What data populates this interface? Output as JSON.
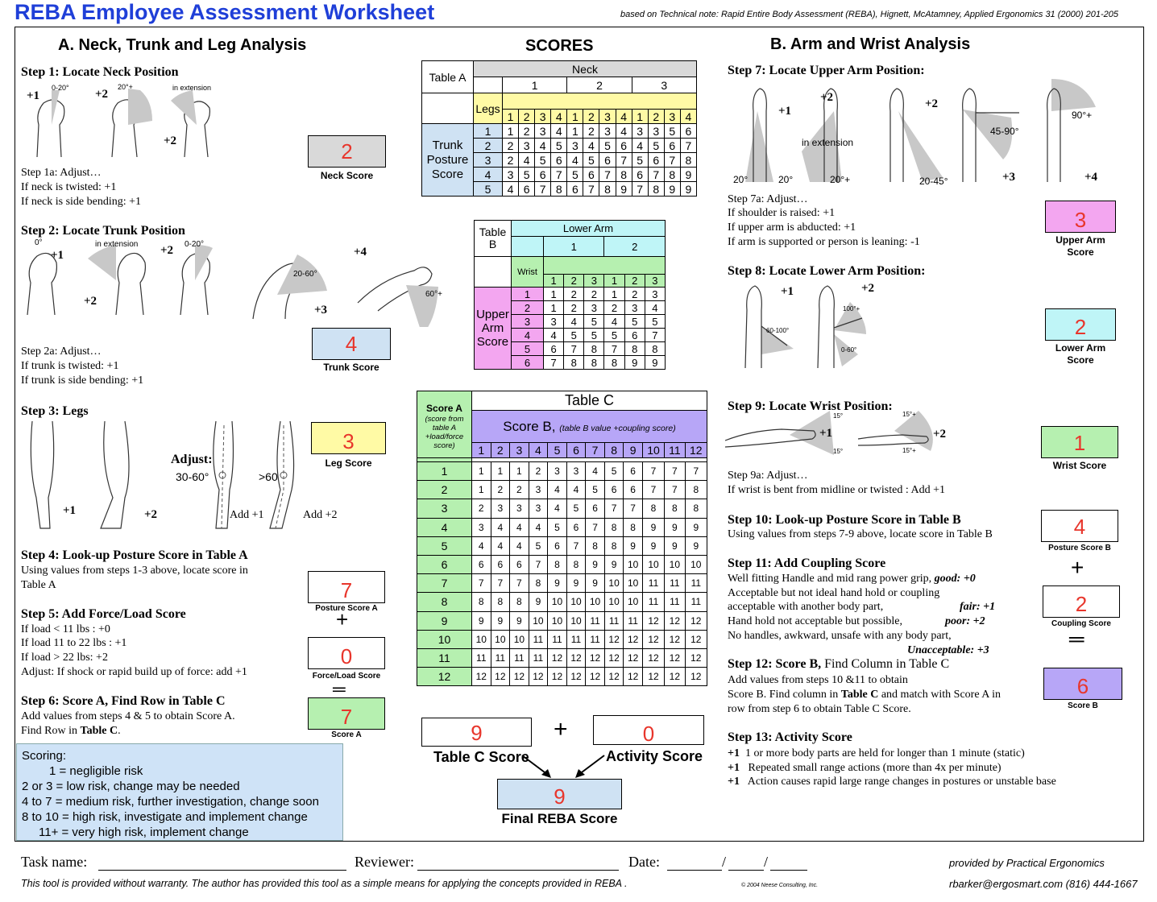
{
  "header": {
    "title": "REBA Employee Assessment Worksheet",
    "based_on": "based on Technical note: Rapid Entire Body Assessment (REBA), Hignett, McAtamney, Applied Ergonomics 31 (2000) 201-205"
  },
  "sectionA": {
    "heading": "A. Neck, Trunk and Leg Analysis",
    "step1": {
      "title": "Step 1: Locate Neck Position",
      "fig_labels": [
        "0-20°",
        "20°+",
        "in extension"
      ],
      "scores": [
        "+1",
        "+2",
        "+2"
      ],
      "adjust": [
        "Step 1a: Adjust…",
        "If neck is twisted:  +1",
        "If neck is side bending:  +1"
      ]
    },
    "step2": {
      "title": "Step 2:  Locate Trunk Position",
      "fig_labels": [
        "0°",
        "in extension",
        "0-20°",
        "20-60°",
        "60°+"
      ],
      "scores": [
        "+1",
        "+2",
        "+2",
        "+3",
        "+4"
      ],
      "adjust": [
        "Step 2a:  Adjust…",
        "If trunk is twisted: +1",
        "If trunk is side bending:  +1"
      ]
    },
    "step3": {
      "title": "Step 3:  Legs",
      "scores": [
        "+1",
        "+2"
      ],
      "adjust_label": "Adjust:",
      "angle1": "30-60°",
      "angle2": ">60",
      "add1": "Add +1",
      "add2": "Add +2"
    },
    "step4": {
      "title": "Step 4: Look-up Posture Score in Table A",
      "lines": [
        "Using values from steps 1-3  above, locate score in",
        "Table A"
      ]
    },
    "step5": {
      "title": "Step 5:  Add Force/Load Score",
      "lines": [
        "If load < 11 lbs : +0",
        "If load 11 to 22 lbs : +1",
        "If load > 22 lbs: +2",
        "Adjust:  If shock or rapid build up of force:   add +1"
      ]
    },
    "step6": {
      "title": "Step 6:  Score A, Find Row in Table C",
      "line1": "Add values from steps 4 & 5 to obtain Score A.",
      "line2_pre": "Find Row in ",
      "line2_bold": "Table C",
      "line2_post": "."
    },
    "boxes": {
      "neck": {
        "value": "2",
        "label": "Neck Score",
        "color": "#d9d9d9"
      },
      "trunk": {
        "value": "4",
        "label": "Trunk Score",
        "color": "#cfe2f3"
      },
      "leg": {
        "value": "3",
        "label": "Leg Score",
        "color": "#fffaa5"
      },
      "posture_a": {
        "value": "7",
        "label": "Posture Score A"
      },
      "force": {
        "value": "0",
        "label": "Force/Load Score"
      },
      "score_a": {
        "value": "7",
        "label": "Score A",
        "color": "#b6f0b0"
      }
    },
    "plus": "+",
    "equals": "═"
  },
  "scoring": {
    "title": "Scoring:",
    "lines": [
      "1  = negligible risk",
      "2 or 3  = low risk, change may be needed",
      "4 to 7  = medium risk, further investigation, change soon",
      "8 to 10 = high risk, investigate and implement change",
      "11+ = very high risk, implement change"
    ]
  },
  "scores_heading": "SCORES",
  "tableA": {
    "label": "Table A",
    "neck_label": "Neck",
    "neck_cols": [
      "1",
      "2",
      "3"
    ],
    "legs_label": "Legs",
    "legs_cols": [
      "1",
      "2",
      "3",
      "4",
      "1",
      "2",
      "3",
      "4",
      "1",
      "2",
      "3",
      "4"
    ],
    "row_label": [
      "Trunk",
      "Posture",
      "Score"
    ],
    "rows": [
      [
        "1",
        "1",
        "2",
        "3",
        "4",
        "1",
        "2",
        "3",
        "4",
        "3",
        "3",
        "5",
        "6"
      ],
      [
        "2",
        "2",
        "3",
        "4",
        "5",
        "3",
        "4",
        "5",
        "6",
        "4",
        "5",
        "6",
        "7"
      ],
      [
        "3",
        "2",
        "4",
        "5",
        "6",
        "4",
        "5",
        "6",
        "7",
        "5",
        "6",
        "7",
        "8"
      ],
      [
        "4",
        "3",
        "5",
        "6",
        "7",
        "5",
        "6",
        "7",
        "8",
        "6",
        "7",
        "8",
        "9"
      ],
      [
        "5",
        "4",
        "6",
        "7",
        "8",
        "6",
        "7",
        "8",
        "9",
        "7",
        "8",
        "9",
        "9"
      ]
    ]
  },
  "tableB": {
    "label": [
      "Table",
      "B"
    ],
    "lower_arm_label": "Lower Arm",
    "lower_arm_cols": [
      "1",
      "2"
    ],
    "wrist_label": "Wrist",
    "wrist_cols": [
      "1",
      "2",
      "3",
      "1",
      "2",
      "3"
    ],
    "row_label": [
      "Upper",
      "Arm",
      "Score"
    ],
    "rows": [
      [
        "1",
        "1",
        "2",
        "2",
        "1",
        "2",
        "3"
      ],
      [
        "2",
        "1",
        "2",
        "3",
        "2",
        "3",
        "4"
      ],
      [
        "3",
        "3",
        "4",
        "5",
        "4",
        "5",
        "5"
      ],
      [
        "4",
        "4",
        "5",
        "5",
        "5",
        "6",
        "7"
      ],
      [
        "5",
        "6",
        "7",
        "8",
        "7",
        "8",
        "8"
      ],
      [
        "6",
        "7",
        "8",
        "8",
        "8",
        "9",
        "9"
      ]
    ]
  },
  "tableC": {
    "title": "Table C",
    "score_a_label": "Score A",
    "score_a_note": "(score from table A +load/force score)",
    "score_b_label": "Score B,",
    "score_b_note": "(table B value +coupling score)",
    "cols": [
      "1",
      "2",
      "3",
      "4",
      "5",
      "6",
      "7",
      "8",
      "9",
      "10",
      "11",
      "12"
    ],
    "rows": [
      [
        "1",
        "1",
        "1",
        "1",
        "2",
        "3",
        "3",
        "4",
        "5",
        "6",
        "7",
        "7",
        "7"
      ],
      [
        "2",
        "1",
        "2",
        "2",
        "3",
        "4",
        "4",
        "5",
        "6",
        "6",
        "7",
        "7",
        "8"
      ],
      [
        "3",
        "2",
        "3",
        "3",
        "3",
        "4",
        "5",
        "6",
        "7",
        "7",
        "8",
        "8",
        "8"
      ],
      [
        "4",
        "3",
        "4",
        "4",
        "4",
        "5",
        "6",
        "7",
        "8",
        "8",
        "9",
        "9",
        "9"
      ],
      [
        "5",
        "4",
        "4",
        "4",
        "5",
        "6",
        "7",
        "8",
        "8",
        "9",
        "9",
        "9",
        "9"
      ],
      [
        "6",
        "6",
        "6",
        "6",
        "7",
        "8",
        "8",
        "9",
        "9",
        "10",
        "10",
        "10",
        "10"
      ],
      [
        "7",
        "7",
        "7",
        "7",
        "8",
        "9",
        "9",
        "9",
        "10",
        "10",
        "11",
        "11",
        "11"
      ],
      [
        "8",
        "8",
        "8",
        "8",
        "9",
        "10",
        "10",
        "10",
        "10",
        "10",
        "11",
        "11",
        "11"
      ],
      [
        "9",
        "9",
        "9",
        "9",
        "10",
        "10",
        "10",
        "11",
        "11",
        "11",
        "12",
        "12",
        "12"
      ],
      [
        "10",
        "10",
        "10",
        "10",
        "11",
        "11",
        "11",
        "11",
        "12",
        "12",
        "12",
        "12",
        "12"
      ],
      [
        "11",
        "11",
        "11",
        "11",
        "11",
        "12",
        "12",
        "12",
        "12",
        "12",
        "12",
        "12",
        "12"
      ],
      [
        "12",
        "12",
        "12",
        "12",
        "12",
        "12",
        "12",
        "12",
        "12",
        "12",
        "12",
        "12",
        "12"
      ]
    ]
  },
  "final": {
    "table_c_score": {
      "value": "9",
      "label": "Table C Score"
    },
    "activity_score": {
      "value": "0",
      "label": "Activity Score"
    },
    "final_score": {
      "value": "9",
      "label": "Final  REBA Score",
      "color": "#cfe2f3"
    },
    "plus": "+"
  },
  "sectionB": {
    "heading": "B.  Arm and Wrist Analysis",
    "step7": {
      "title": "Step 7: Locate Upper Arm Position:",
      "fig_labels": [
        "20°",
        "20°",
        "in extension",
        "20°+",
        "20-45°",
        "45-90°",
        "90°+"
      ],
      "scores": [
        "+1",
        "+2",
        "+2",
        "+3",
        "+4"
      ],
      "adjust": [
        "Step 7a: Adjust…",
        "If shoulder is raised:  +1",
        "If upper arm is abducted:  +1",
        "If arm is supported or person is leaning: -1"
      ]
    },
    "step8": {
      "title": "Step 8:  Locate Lower Arm Position:",
      "fig_labels": [
        "60-100°",
        "100°+",
        "0-60°"
      ],
      "scores": [
        "+1",
        "+2"
      ]
    },
    "step9": {
      "title": "Step 9:  Locate Wrist Position:",
      "fig_labels": [
        "15°",
        "15°",
        "15°+",
        "15°+"
      ],
      "scores": [
        "+1",
        "+2"
      ],
      "adjust": [
        "Step 9a: Adjust…",
        "If wrist is bent from midline or twisted : Add +1"
      ]
    },
    "step10": {
      "title": "Step 10: Look-up Posture Score in Table B",
      "line": "Using values from steps 7-9 above, locate score in Table B"
    },
    "step11": {
      "title": "Step 11:  Add Coupling Score",
      "l1_text": "Well fitting Handle and mid rang power grip, ",
      "l1_score": "good: +0",
      "l2_text": "Acceptable but not ideal hand hold or coupling",
      "l3_text": "acceptable with another body part,",
      "l3_score": "fair:  +1",
      "l4_text": "Hand hold not acceptable but possible,",
      "l4_score": "poor: +2",
      "l5_text": "No handles, awkward, unsafe with any body part,",
      "l6_score": "Unacceptable: +3"
    },
    "step12": {
      "title_bold": "Step 12:  Score B,",
      "title_rest": " Find Column in Table C",
      "l1": "Add values from steps 10 &11 to obtain",
      "l2_pre": "Score B.  Find column in ",
      "l2_bold": "Table C",
      "l2_post": " and match with Score A in",
      "l3": "row from step 6 to obtain Table C Score."
    },
    "step13": {
      "title": "Step 13:  Activity Score",
      "items": [
        {
          "score": "+1",
          "text": "1 or more body parts are held for longer than 1 minute (static)"
        },
        {
          "score": "+1",
          "text": "Repeated small range actions (more than 4x per minute)"
        },
        {
          "score": "+1",
          "text": "Action causes rapid large range changes in postures or unstable base"
        }
      ]
    },
    "boxes": {
      "upper_arm": {
        "value": "3",
        "label": "Upper Arm Score",
        "label_l1": "Upper Arm",
        "label_l2": "Score",
        "color": "#f3a6f0"
      },
      "lower_arm": {
        "value": "2",
        "label_l1": "Lower Arm",
        "label_l2": "Score",
        "color": "#bff5f7"
      },
      "wrist": {
        "value": "1",
        "label": "Wrist Score",
        "color": "#b6f0b0"
      },
      "posture_b": {
        "value": "4",
        "label": "Posture Score B"
      },
      "coupling": {
        "value": "2",
        "label": "Coupling Score"
      },
      "score_b": {
        "value": "6",
        "label": "Score B",
        "color": "#b7a6f7"
      }
    },
    "plus": "+",
    "equals": "═"
  },
  "footer": {
    "task_label": "Task name:",
    "reviewer_label": "Reviewer:",
    "date_label": "Date:",
    "date_sep": "/",
    "provided": "provided by Practical Ergonomics",
    "disclaimer": "This tool is provided without warranty.  The author has provided this tool as a simple means for applying the concepts provided in REBA .",
    "copyright": "© 2004 Neese Consulting, Inc.",
    "contact": "rbarker@ergosmart.com  (816) 444-1667"
  }
}
